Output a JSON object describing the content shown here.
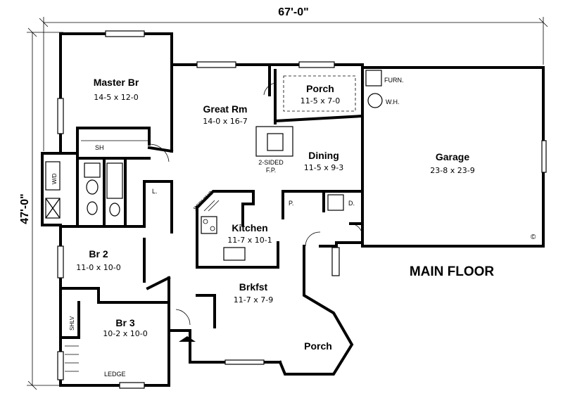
{
  "title": "MAIN FLOOR",
  "overall": {
    "width": "67'-0\"",
    "depth": "47'-0\""
  },
  "rooms": {
    "master_br": {
      "name": "Master Br",
      "size": "14-5 x 12-0"
    },
    "great_rm": {
      "name": "Great Rm",
      "size": "14-0 x 16-7"
    },
    "porch_rear": {
      "name": "Porch",
      "size": "11-5 x 7-0"
    },
    "dining": {
      "name": "Dining",
      "size": "11-5 x 9-3"
    },
    "garage": {
      "name": "Garage",
      "size": "23-8 x 23-9"
    },
    "kitchen": {
      "name": "Kitchen",
      "size": "11-7 x 10-1"
    },
    "br2": {
      "name": "Br 2",
      "size": "11-0 x 10-0"
    },
    "br3": {
      "name": "Br 3",
      "size": "10-2 x 10-0"
    },
    "brkfst": {
      "name": "Brkfst",
      "size": "11-7 x 7-9"
    },
    "porch_front": {
      "name": "Porch"
    }
  },
  "fixtures": {
    "furn": "FURN.",
    "wh": "W.H.",
    "fireplace_line1": "2-SIDED",
    "fireplace_line2": "F.P.",
    "serving": "SERVING",
    "sh": "SH",
    "wd": "W/D",
    "shlv": "SHLV",
    "ledge": "LEDGE",
    "linen": "L.",
    "pantry": "P.",
    "d": "D.",
    "copyright": "©"
  }
}
